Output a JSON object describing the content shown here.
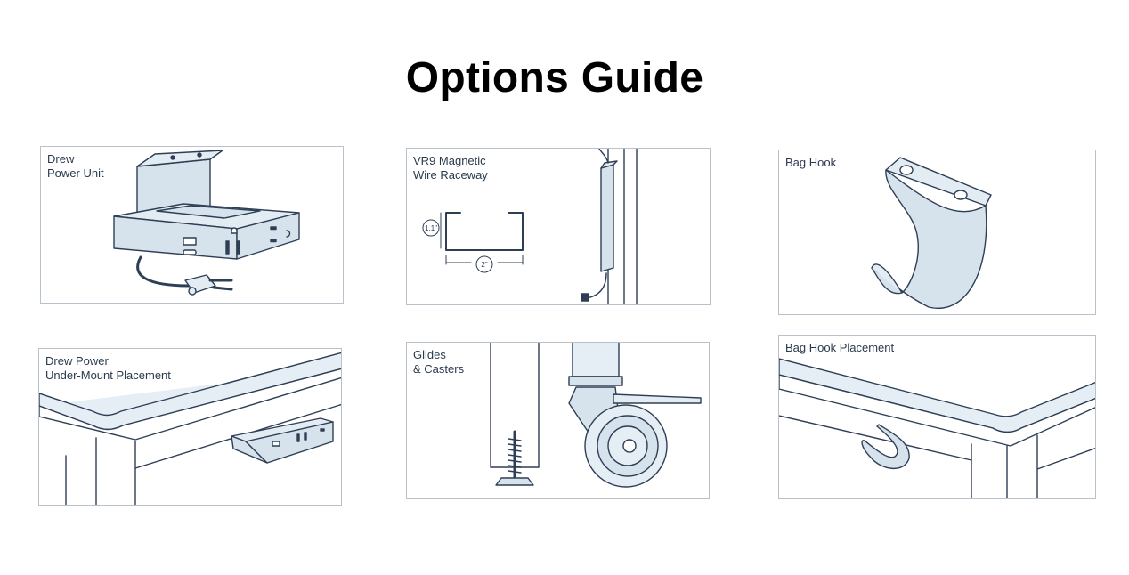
{
  "page": {
    "title": "Options Guide"
  },
  "panels": [
    {
      "label": "Drew\nPower Unit"
    },
    {
      "label": "VR9 Magnetic\nWire Raceway",
      "dims": {
        "height": "1.1\"",
        "width": "2\""
      }
    },
    {
      "label": "Bag Hook"
    },
    {
      "label": "Drew Power\nUnder-Mount Placement"
    },
    {
      "label": "Glides\n& Casters"
    },
    {
      "label": "Bag Hook Placement"
    }
  ],
  "colors": {
    "line": "#2e3f55",
    "fill": "#d6e2ec",
    "border": "#b9c1cb",
    "text": "#2a3a4e"
  }
}
